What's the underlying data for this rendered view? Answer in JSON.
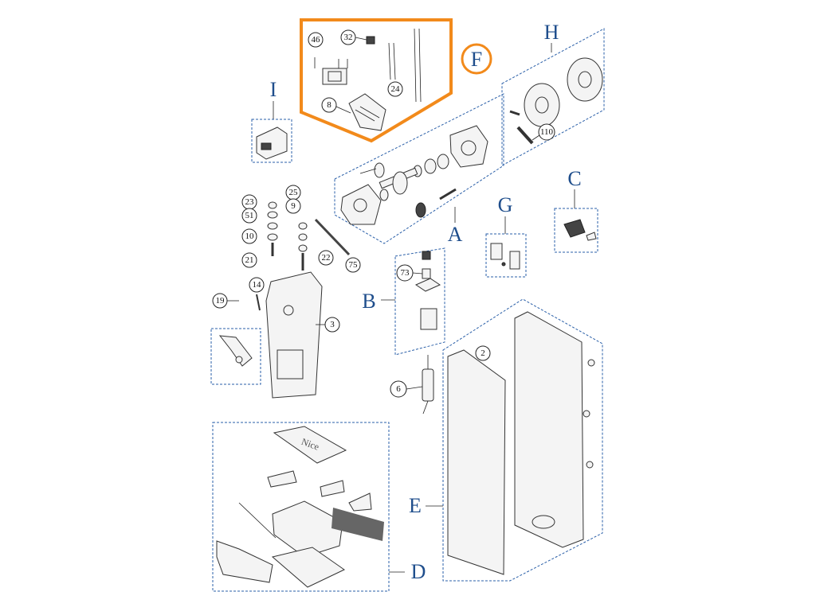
{
  "groups": {
    "A": "A",
    "B": "B",
    "C": "C",
    "D": "D",
    "E": "E",
    "F": "F",
    "G": "G",
    "H": "H",
    "I": "I"
  },
  "callouts": {
    "n46": "46",
    "n32": "32",
    "n24": "24",
    "n8": "8",
    "n110": "110",
    "n23": "23",
    "n25": "25",
    "n51": "51",
    "n9": "9",
    "n10": "10",
    "n21": "21",
    "n22": "22",
    "n75": "75",
    "n73": "73",
    "n14": "14",
    "n19": "19",
    "n3": "3",
    "n6": "6",
    "n2": "2"
  },
  "cover_logo": "Nice",
  "colors": {
    "highlight": "#f28a1b",
    "group_letter": "#1f4e8c",
    "dashed_box": "#2a5fa8"
  }
}
